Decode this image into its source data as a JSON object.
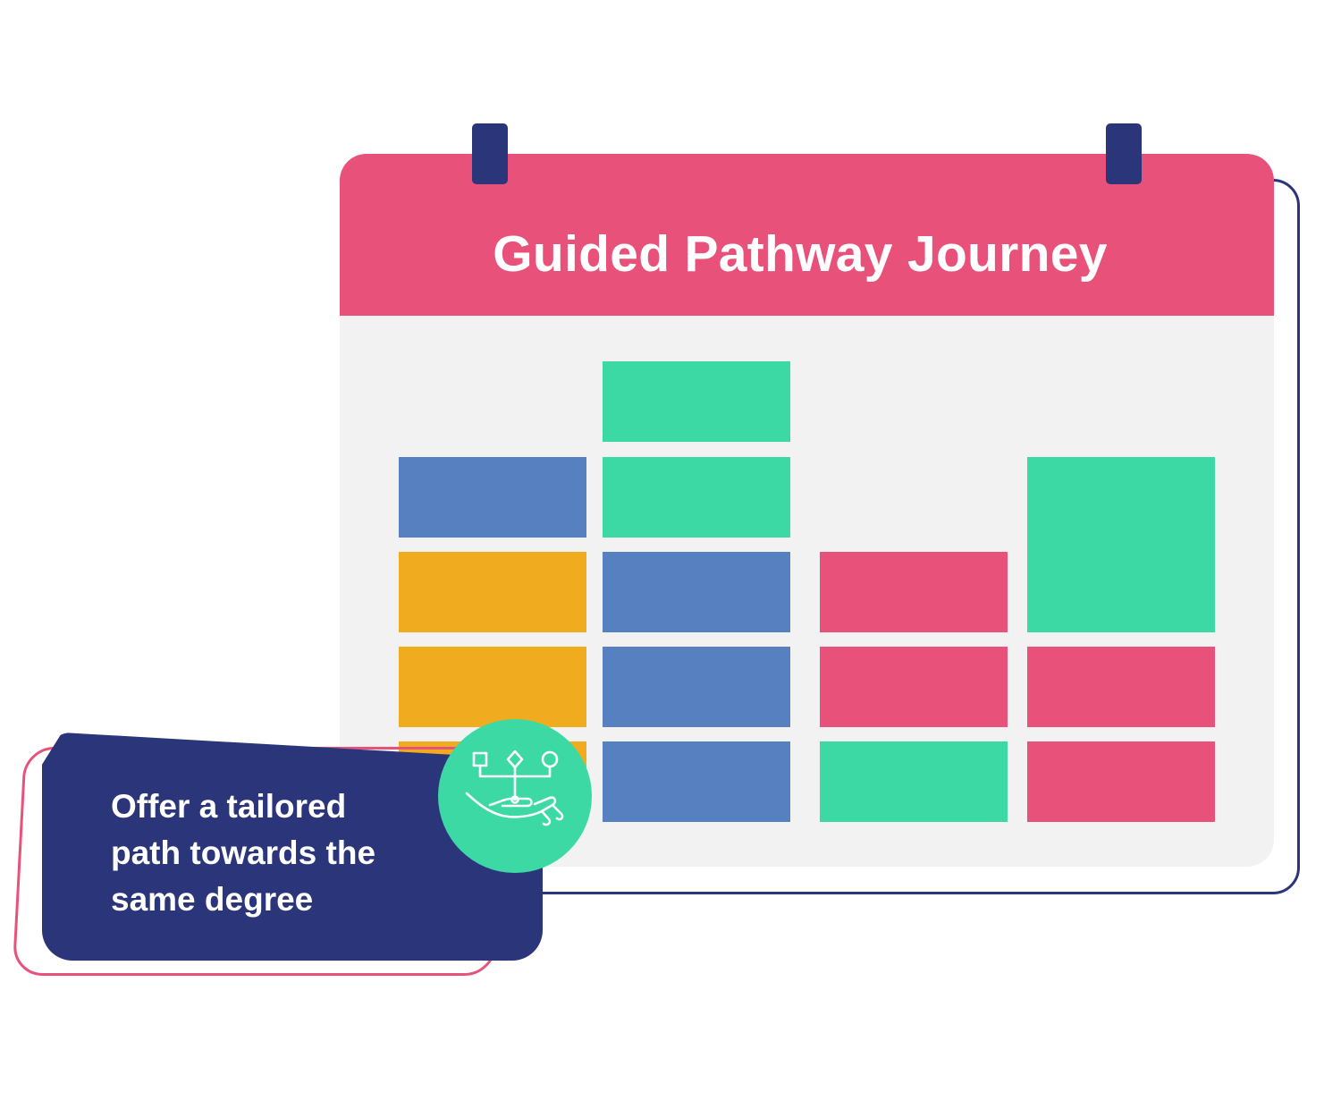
{
  "calendar": {
    "title": "Guided Pathway Journey",
    "header_color": "#e8527a",
    "ring_color": "#2b357a",
    "background_color": "#f2f2f2"
  },
  "palette": {
    "blue": "#5680c0",
    "green": "#3dd9a4",
    "orange": "#f0ab1f",
    "pink": "#e8527a",
    "navy": "#2b357a"
  },
  "columns": [
    {
      "name": "column-1",
      "blocks": [
        "blue",
        "orange",
        "orange",
        "orange"
      ]
    },
    {
      "name": "column-2",
      "blocks": [
        "green",
        "green",
        "blue",
        "blue",
        "blue"
      ]
    },
    {
      "name": "column-3",
      "blocks": [
        "pink",
        "pink",
        "green"
      ]
    },
    {
      "name": "column-4",
      "blocks": [
        "green",
        "pink",
        "pink"
      ]
    }
  ],
  "callout": {
    "lines": [
      "Offer a tailored",
      "path towards the",
      "same degree"
    ],
    "icon": "hand-with-path-options-icon"
  }
}
